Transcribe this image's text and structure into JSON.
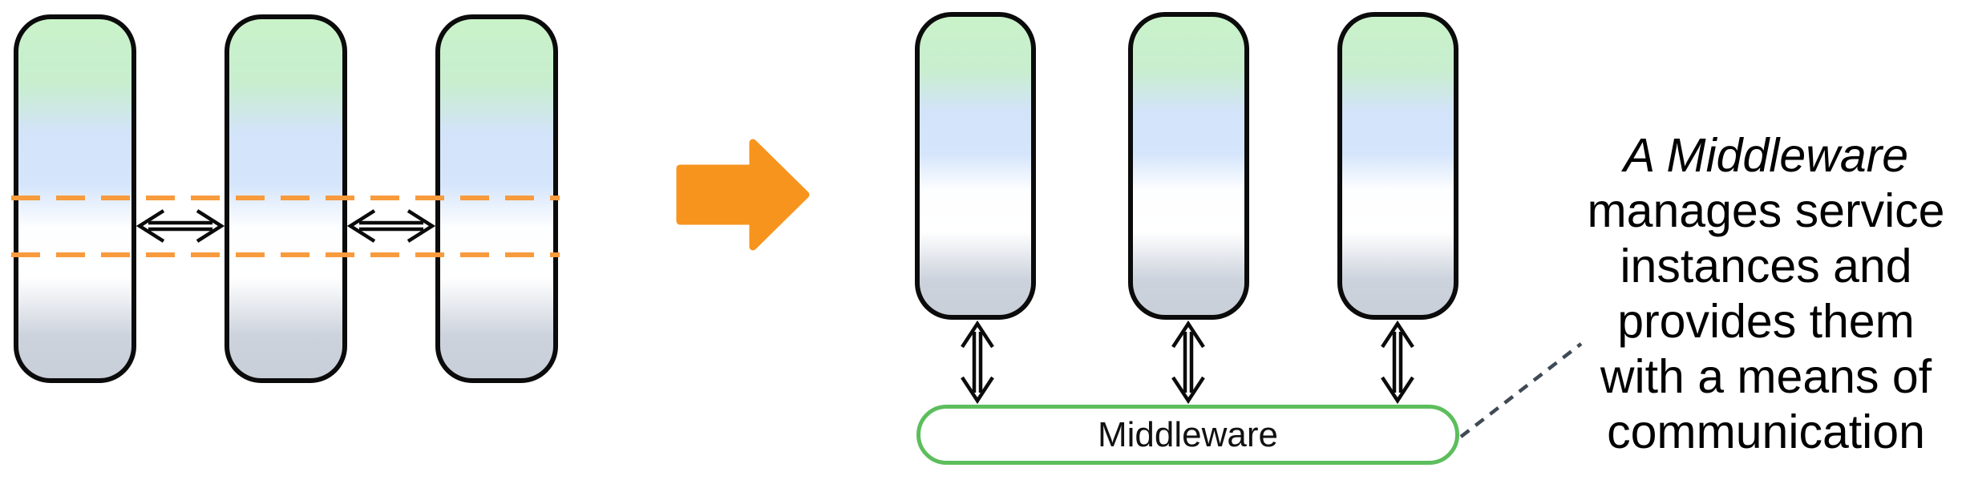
{
  "diagram": {
    "title_none": "",
    "before_panel": {
      "description": "three service instances with shared scaling band",
      "pill_count": 3,
      "peer_arrow_count": 2
    },
    "after_panel": {
      "description": "three service instances connected to a middleware",
      "pill_count": 3,
      "middleware_label": "Middleware"
    },
    "caption": {
      "lines": [
        "A Middleware",
        "manages service",
        "instances and",
        "provides them",
        "with a means of",
        "communication"
      ],
      "italic_line_index": 0
    },
    "colors": {
      "transform_arrow_orange": "#f7941e",
      "dashed_boundary_orange": "#f89b3d",
      "middleware_border_green": "#5cbe5c",
      "connector_dash_slate": "#3f4a55",
      "pill_gradient_green": "#c9f2c9",
      "pill_gradient_blue": "#d4e4fb",
      "pill_gradient_gray": "#c9cfd9",
      "outline_black": "#0b0b0b"
    }
  }
}
